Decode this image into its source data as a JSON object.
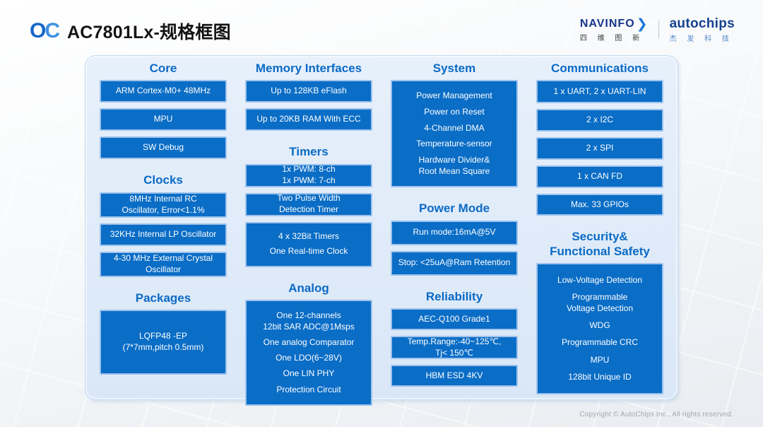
{
  "header": {
    "logo": {
      "o": "O",
      "c": "C"
    },
    "title": "AC7801Lx-规格框图",
    "navinfo": {
      "name": "NAVINFO",
      "arrow": "❯",
      "cn": "四 维 图 新"
    },
    "autochips": {
      "name": "autochips",
      "cn": "杰 发 科 技"
    }
  },
  "diagram": {
    "columns": [
      {
        "sections": [
          {
            "title": "Core",
            "boxes": [
              {
                "items": [
                  "ARM Cortex-M0+ 48MHz"
                ],
                "h": 32
              },
              {
                "items": [
                  "MPU"
                ],
                "h": 32
              },
              {
                "items": [
                  "SW Debug"
                ],
                "h": 32
              }
            ]
          },
          {
            "title": "Clocks",
            "boxes": [
              {
                "items": [
                  "8MHz Internal RC\nOscillator, Error<1.1%"
                ],
                "h": 36
              },
              {
                "items": [
                  "32KHz Internal LP Oscillator"
                ],
                "h": 32
              },
              {
                "items": [
                  "4-30 MHz External Crystal\nOscillator"
                ],
                "h": 36
              }
            ]
          },
          {
            "title": "Packages",
            "boxes": [
              {
                "items": [
                  "LQFP48 -EP\n(7*7mm,pitch 0.5mm)"
                ],
                "h": 92
              }
            ]
          }
        ]
      },
      {
        "sections": [
          {
            "title": "Memory Interfaces",
            "boxes": [
              {
                "items": [
                  "Up to 128KB eFlash"
                ],
                "h": 32
              },
              {
                "items": [
                  "Up to 20KB RAM With ECC"
                ],
                "h": 32
              }
            ]
          },
          {
            "title": "Timers",
            "boxes": [
              {
                "items": [
                  "1x PWM: 8-ch\n1x PWM: 7-ch"
                ],
                "h": 33
              },
              {
                "items": [
                  "Two Pulse Width\nDetection Timer"
                ],
                "h": 33
              },
              {
                "items": [
                  "4 x 32Bit Timers",
                  "One Real-time Clock"
                ],
                "h": 64
              }
            ]
          },
          {
            "title": "Analog",
            "boxes": [
              {
                "items": [
                  "One 12-channels\n12bit SAR ADC@1Msps",
                  "One analog Comparator",
                  "One LDO(6~28V)",
                  "One LIN PHY",
                  "Protection Circuit"
                ],
                "h": 150
              }
            ]
          }
        ]
      },
      {
        "sections": [
          {
            "title": "System",
            "boxes": [
              {
                "items": [
                  "Power Management",
                  "Power on Reset",
                  "4-Channel DMA",
                  "Temperature-sensor",
                  "Hardware Divider&\nRoot Mean Square"
                ],
                "h": 152
              }
            ]
          },
          {
            "title": "Power Mode",
            "boxes": [
              {
                "items": [
                  "Run mode:16mA@5V"
                ],
                "h": 35
              },
              {
                "items": [
                  "Stop: <25uA@Ram Retention"
                ],
                "h": 35
              }
            ]
          },
          {
            "title": "Reliability",
            "boxes": [
              {
                "items": [
                  "AEC-Q100 Grade1"
                ],
                "h": 31
              },
              {
                "items": [
                  "Temp.Range:-40~125℃,\nTj< 150℃"
                ],
                "h": 33
              },
              {
                "items": [
                  "HBM ESD  4KV"
                ],
                "h": 31
              }
            ]
          }
        ]
      },
      {
        "sections": [
          {
            "title": "Communications",
            "boxes": [
              {
                "items": [
                  "1 x UART,  2 x UART-LIN"
                ],
                "h": 33
              },
              {
                "items": [
                  "2 x I2C"
                ],
                "h": 32
              },
              {
                "items": [
                  "2 x SPI"
                ],
                "h": 32
              },
              {
                "items": [
                  "1 x CAN FD"
                ],
                "h": 32
              },
              {
                "items": [
                  "Max. 33 GPIOs"
                ],
                "h": 31
              }
            ]
          },
          {
            "title": "Security&\nFunctional Safety",
            "boxes": [
              {
                "items": [
                  "Low-Voltage Detection",
                  "Programmable\nVoltage Detection",
                  "WDG",
                  "Programmable CRC",
                  "MPU",
                  "128bit Unique ID"
                ],
                "h": 186
              }
            ]
          }
        ]
      }
    ]
  },
  "footer": {
    "copyright": "Copyright © AutoChips Inc . All rights reserved."
  },
  "colors": {
    "box_blue": "#0a6dc6",
    "box_border": "#9dc2ec",
    "heading_blue": "#0b6ac6",
    "card_bg": "#dce9f8",
    "navinfo_navy": "#16368c",
    "autochips_navy": "#15418e",
    "arrow_blue": "#1d79d8"
  }
}
